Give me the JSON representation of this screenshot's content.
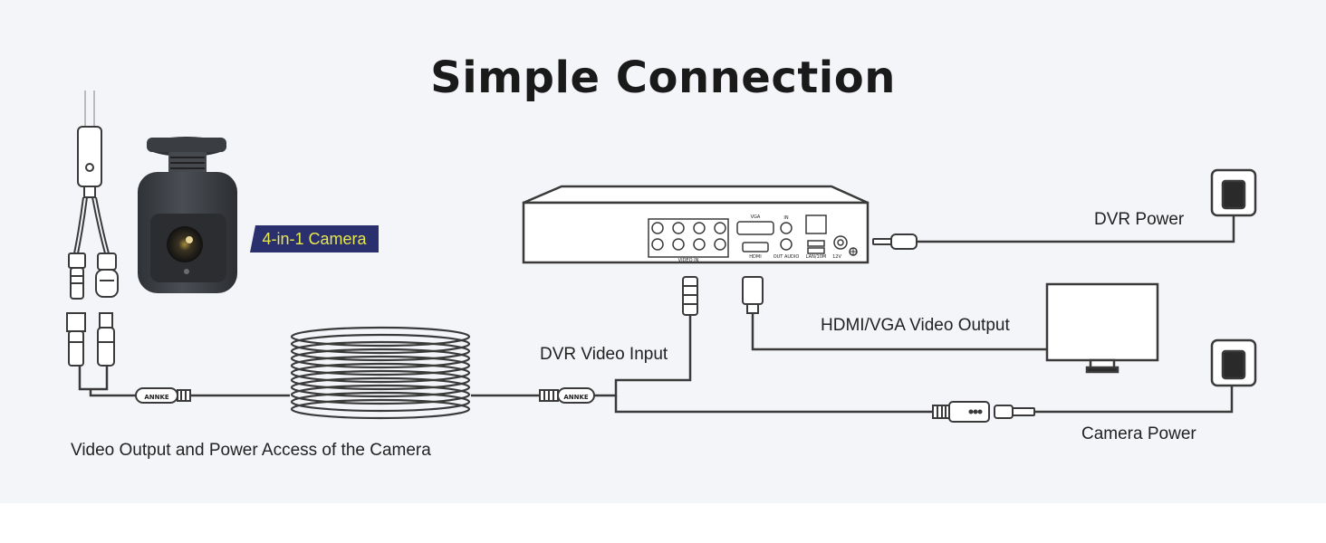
{
  "title": "Simple Connection",
  "labels": {
    "camera_badge": "4-in-1 Camera",
    "dvr_power": "DVR Power",
    "hdmi_vga_output": "HDMI/VGA Video Output",
    "dvr_video_input": "DVR Video Input",
    "camera_power": "Camera Power",
    "camera_access": "Video Output and Power Access of the Camera"
  },
  "dvr_panel": {
    "vga": "VGA",
    "hdmi": "HDMI",
    "video_in": "VIDEO IN",
    "audio_in": "IN",
    "audio_out": "OUT AUDIO",
    "lan": "LAN/10M",
    "power": "12V"
  },
  "brand": "ANNKE",
  "colors": {
    "background": "#f4f5f9",
    "line": "#3a3a3a",
    "badge_bg": "#2a2f6e",
    "badge_text": "#e6e84b",
    "camera_body": "#3c3f44"
  }
}
